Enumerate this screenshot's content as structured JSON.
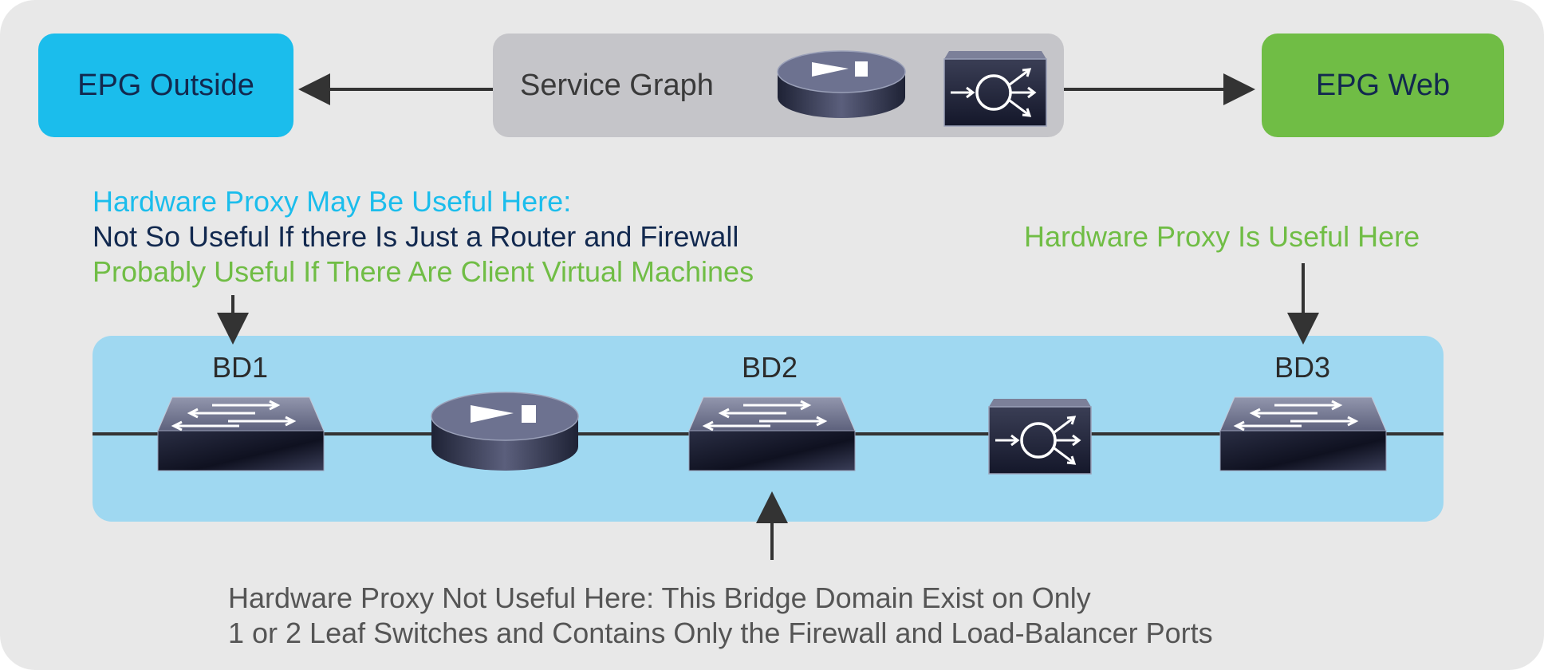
{
  "top_row": {
    "epg_outside": "EPG Outside",
    "service_graph": "Service Graph",
    "epg_web": "EPG Web"
  },
  "callouts": {
    "left_line1": "Hardware Proxy May Be Useful Here:",
    "left_line2": "Not So Useful If there Is Just a Router and Firewall",
    "left_line3": "Probably Useful If There Are Client Virtual Machines",
    "right": "Hardware Proxy Is Useful Here",
    "bottom_line1": "Hardware Proxy Not Useful Here: This Bridge Domain Exist on Only",
    "bottom_line2": "1 or 2 Leaf Switches and Contains Only the Firewall and Load-Balancer Ports"
  },
  "bridge_domains": {
    "bd1": "BD1",
    "bd2": "BD2",
    "bd3": "BD3"
  },
  "colors": {
    "epg_outside": "#1bbdec",
    "epg_web": "#70bd45",
    "service_graph": "#c5c5c9",
    "bd_panel": "#9fd8f1",
    "highlight_blue": "#1bbdec",
    "highlight_green": "#70bd45",
    "navy_text": "#12294f"
  },
  "icons": [
    "router-icon",
    "load-balancer-icon",
    "leaf-switch-icon",
    "arrow-icon"
  ]
}
